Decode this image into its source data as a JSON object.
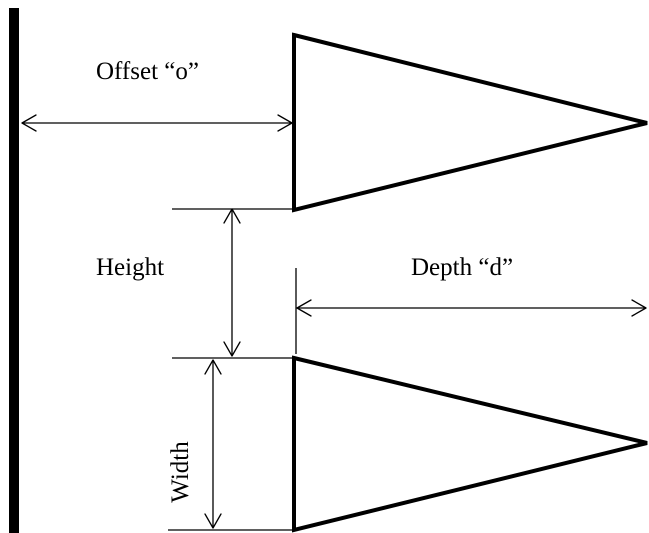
{
  "labels": {
    "offset": "Offset “o”",
    "height": "Height",
    "depth": "Depth “d”",
    "width": "Width"
  },
  "colors": {
    "stroke": "#000000",
    "background": "#ffffff"
  }
}
